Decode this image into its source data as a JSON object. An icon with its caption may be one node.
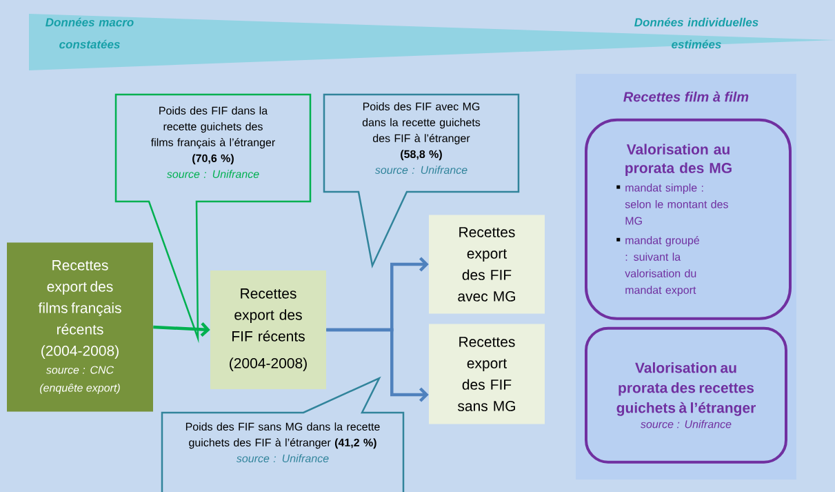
{
  "diagram": {
    "nodes": [
      {
        "text": [
          "Données macro constatées",
          "Données individuelles estimées"
        ]
      },
      {
        "text": [
          "Poids des FIF dans la recette guichets des films français à l’étranger",
          "(70,6 %)",
          "source : Unifrance"
        ]
      },
      {
        "text": [
          "Poids des FIF avec MG dans la recette guichets des FIF à l’étranger",
          "(58,8 %)",
          "source : Unifrance"
        ]
      },
      {
        "text": [
          "Recettes film à film"
        ]
      },
      {
        "text": [
          "Valorisation au prorata des MG",
          "mandat simple : selon le montant des MG",
          "mandat groupé : suivant la valorisation du mandat export"
        ],
        "in": 3
      },
      {
        "text": [
          "Valorisation au prorata des recettes guichets à l’étranger",
          "source : Unifrance"
        ],
        "in": 3
      },
      {
        "text": [
          "Recettes export des films français récents (2004-2008)",
          "source : CNC (enquête export)"
        ]
      },
      {
        "text": [
          "Recettes export des FIF récents",
          "(2004-2008)"
        ]
      },
      {
        "text": [
          "Recettes export des FIF avec MG"
        ]
      },
      {
        "text": [
          "Recettes export des FIF sans MG"
        ]
      },
      {
        "text": [
          "Poids des FIF sans MG dans la recette guichets des FIF à l’étranger **(41,2 %)**",
          "source : Unifrance"
        ]
      }
    ],
    "edges": [
      {
        "from": 6,
        "to": 7,
        "arrow": "to",
        "color": "#00b050"
      },
      {
        "from": 7,
        "to": 8,
        "arrow": "to"
      },
      {
        "from": 7,
        "to": 9,
        "arrow": "to"
      }
    ]
  }
}
